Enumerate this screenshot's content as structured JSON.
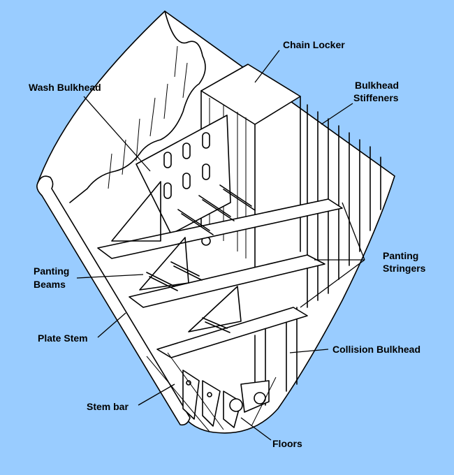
{
  "labels": {
    "chain_locker": "Chain Locker",
    "wash_bulkhead": "Wash Bulkhead",
    "bulkhead_stiffeners_line1": "Bulkhead",
    "bulkhead_stiffeners_line2": "Stiffeners",
    "panting_stringers_line1": "Panting",
    "panting_stringers_line2": "Stringers",
    "panting_beams_line1": "Panting",
    "panting_beams_line2": "Beams",
    "plate_stem": "Plate Stem",
    "collision_bulkhead": "Collision Bulkhead",
    "stem_bar": "Stem bar",
    "floors": "Floors"
  },
  "colors": {
    "background": "#99ccff",
    "drawing_fill": "#ffffff",
    "ink": "#000000"
  }
}
